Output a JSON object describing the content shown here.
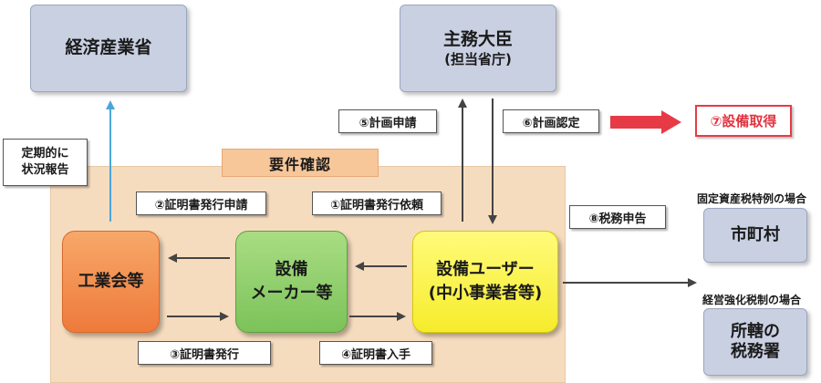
{
  "ministry_meti": "経済産業省",
  "minister": {
    "title": "主務大臣",
    "sub": "(担当省庁)"
  },
  "region_title": "要件確認",
  "report_label": {
    "line1": "定期的に",
    "line2": "状況報告"
  },
  "steps": {
    "s1": "①証明書発行依頼",
    "s2": "②証明書発行申請",
    "s3": "③証明書発行",
    "s4": "④証明書入手",
    "s5": "⑤計画申請",
    "s6": "⑥計画認定",
    "s7": "⑦設備取得",
    "s8": "⑧税務申告"
  },
  "nodes": {
    "industry": "工業会等",
    "maker": {
      "line1": "設備",
      "line2": "メーカー等"
    },
    "user": {
      "line1": "設備ユーザー",
      "line2": "(中小事業者等)"
    }
  },
  "tax_cases": {
    "case1": {
      "title": "固定資産税特例の場合",
      "office": "市町村"
    },
    "case2": {
      "title": "経営強化税制の場合",
      "office": {
        "line1": "所轄の",
        "line2": "税務署"
      }
    }
  },
  "colors": {
    "arrow": "#444444",
    "report_arrow": "#4aa6d8",
    "acquire_arrow": "#e63b46"
  }
}
